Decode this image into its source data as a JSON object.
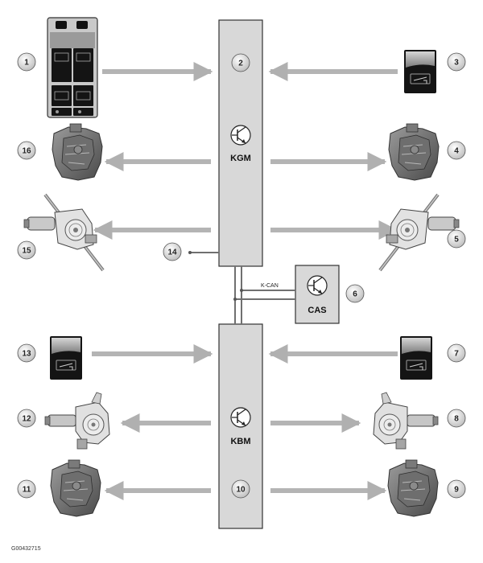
{
  "modules": {
    "kgm": "KGM",
    "kbm": "KBM",
    "cas": "CAS"
  },
  "bus": {
    "kcan": "K-CAN"
  },
  "callouts": {
    "c1": "1",
    "c2": "2",
    "c3": "3",
    "c4": "4",
    "c5": "5",
    "c6": "6",
    "c7": "7",
    "c8": "8",
    "c9": "9",
    "c10": "10",
    "c11": "11",
    "c12": "12",
    "c13": "13",
    "c14": "14",
    "c15": "15",
    "c16": "16"
  },
  "reference": "G00432715",
  "icons": {
    "module": "transistor-icon",
    "switch_block": "window-switch-block-icon",
    "switch_single": "window-switch-icon",
    "motor": "window-motor-icon",
    "regulator": "window-regulator-icon"
  },
  "colors": {
    "box_fill": "#d8d8d8",
    "box_stroke": "#333333",
    "arrow": "#b4b4b4",
    "line": "#707070"
  }
}
